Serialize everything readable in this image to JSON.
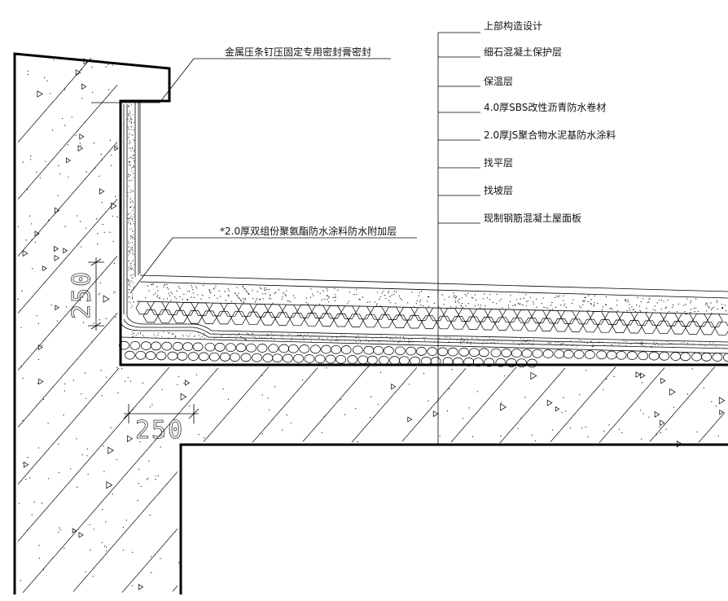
{
  "labels": {
    "parapet_seal": "金属压条钉压固定专用密封膏密封",
    "upper_structure": "上部构造设计",
    "fine_concrete_layer": "细石混凝土保护层",
    "insulation_layer": "保温层",
    "sbs_membrane": "4.0厚SBS改性沥青防水卷材",
    "js_coating": "2.0厚JS聚合物水泥基防水涂料",
    "leveling_layer": "找平层",
    "slope_layer": "找坡层",
    "rc_slab": "现制钢筋混凝土屋面板",
    "pu_additional": "*2.0厚双组份聚氨酯防水涂料防水附加层"
  },
  "dimensions": {
    "vertical": "250",
    "horizontal": "250"
  },
  "colors": {
    "line": "#000000",
    "background": "#ffffff"
  }
}
